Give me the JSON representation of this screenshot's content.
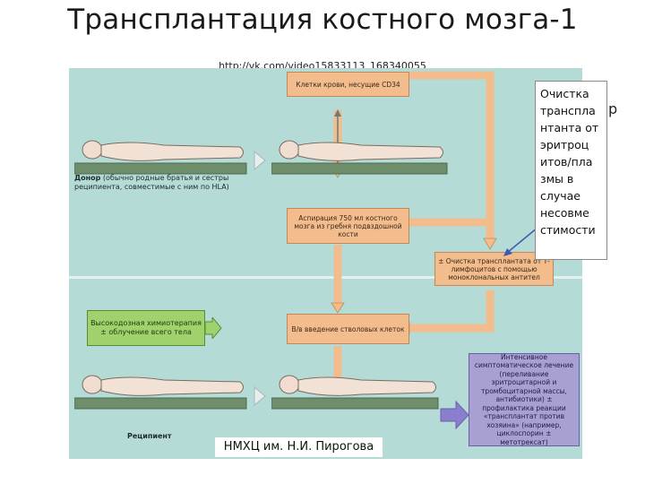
{
  "title": "Трансплантация костного мозга-1",
  "url": "http://vk.com/video15833113_168340055",
  "footer": "НМХЦ им. Н.И. Пирогова",
  "note": "Очистка трансплантата от эритроцитов/плазмы в случае несовместимости",
  "note_lines": [
    "Очистка",
    "транспла",
    "нтанта от",
    "эритроц",
    "итов/пла",
    "змы в",
    "случае",
    "несовме",
    "стимости"
  ],
  "partial_char": "р",
  "diagram": {
    "box_cells": "Клетки крови, несущие CD34",
    "box_aspiration": "Аспирация 750 мл костного мозга из гребня подвздошной кости",
    "box_purification": "± Очистка трансплантата от Т-лимфоцитов с помощью моноклональных антител",
    "box_chemo": "Высокодозная химиотерапия ± облучение всего тела",
    "box_infusion": "В/в введение стволовых клеток",
    "box_treatment": "Интенсивное симптоматическое лечение (переливание эритроцитарной и тромбоцитарной массы, антибиотики) ± профилактика реакции «трансплантат против хозяина» (например, циклоспорин ± метотрексат)",
    "donor_label_bold": "Донор",
    "donor_label_rest": " (обычно родные братья и сестры реципиента, совместимые с ним по HLA)",
    "recipient_label": "Реципиент"
  },
  "colors": {
    "panel": "#b5dbd7",
    "orange_box": "#f3bc8c",
    "green_box": "#9fd16d",
    "purple_box": "#a89fd3",
    "note_arrow": "#3b5bb0"
  }
}
